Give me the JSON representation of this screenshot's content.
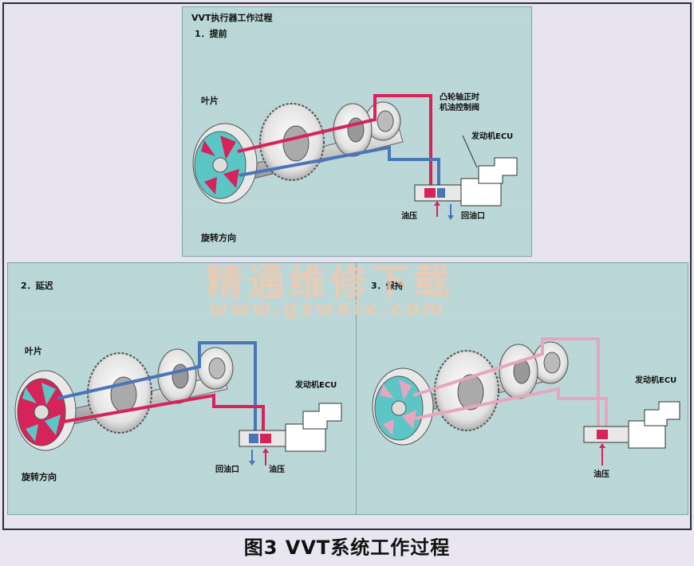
{
  "colors": {
    "panel_bg": "#b9d6d6",
    "oil_pressure_red": "#d6245a",
    "return_blue": "#4a76b8",
    "hold_pink": "#e6a6c0",
    "rotor_teal": "#5cc6c6"
  },
  "panel1": {
    "title": "VVT执行器工作过程",
    "subtitle": "1．提前",
    "label_vane": "叶片",
    "label_rotation": "旋转方向",
    "label_ocv": [
      "凸轮轴正时",
      "机油控制阀"
    ],
    "label_ecu": "发动机ECU",
    "label_pressure": "油压",
    "label_return": "回油口"
  },
  "panel2": {
    "subtitle": "2．延迟",
    "label_vane": "叶片",
    "label_rotation": "旋转方向",
    "label_ecu": "发动机ECU",
    "label_return": "回油口",
    "label_pressure": "油压"
  },
  "panel3": {
    "subtitle": "3．保持",
    "label_ecu": "发动机ECU",
    "label_pressure": "油压"
  },
  "watermark": {
    "cn": "精通维修下载",
    "url": "www.gzweix.com"
  },
  "caption": "图3 VVT系统工作过程"
}
